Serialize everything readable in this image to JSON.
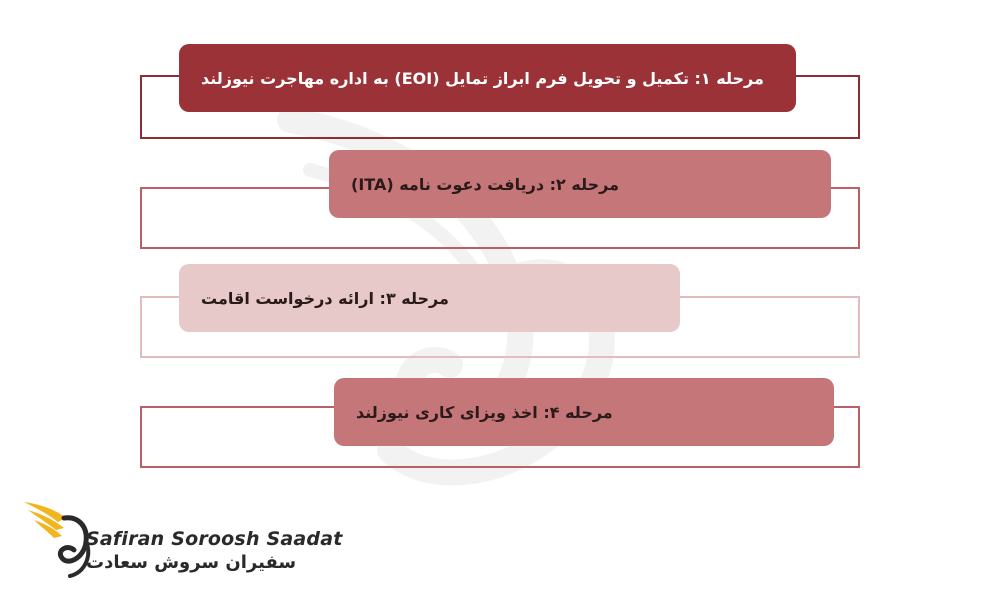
{
  "steps": [
    {
      "label": "مرحله ۱: تکمیل و تحویل فرم ابراز تمایل (EOI) به اداره مهاجرت نیوزلند",
      "fill": "#9b3238",
      "text_color": "#ffffff",
      "outline": "#8f2d35"
    },
    {
      "label": "مرحله ۲: دریافت دعوت نامه (ITA)",
      "fill": "#c57679",
      "text_color": "#2a1a1a",
      "outline": "#b96064"
    },
    {
      "label": "مرحله ۳: ارائه درخواست اقامت",
      "fill": "#e8c9ca",
      "text_color": "#2a1a1a",
      "outline": "#e3bcbf"
    },
    {
      "label": "مرحله ۴: اخذ ویزای کاری نیوزلند",
      "fill": "#c57679",
      "text_color": "#2a1a1a",
      "outline": "#b96064"
    }
  ],
  "logo": {
    "name_en": "Safiran Soroosh Saadat",
    "name_fa": "سفیران سروش سعادت",
    "accent": "#f2b51d"
  }
}
